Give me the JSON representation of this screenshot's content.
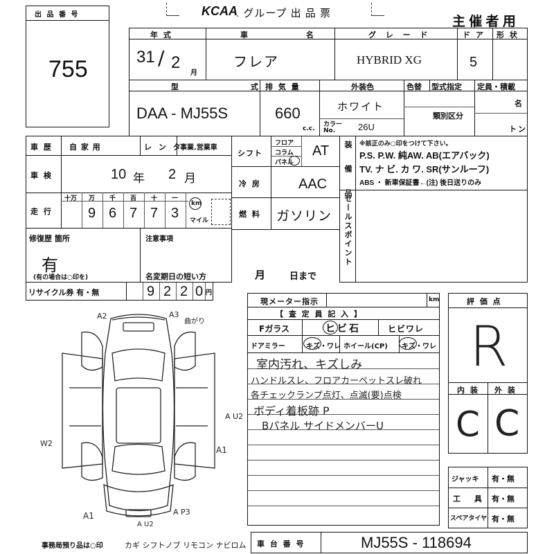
{
  "header": {
    "lot_label": "出 品 番 号",
    "lot_number": "755",
    "brand": "KCAA",
    "group_title": ". グループ 出 品 票",
    "organizer": "主 催 者 用"
  },
  "vehicle": {
    "year_label": "年 式",
    "year": "31",
    "month": "2",
    "month_unit": "月",
    "name_label": "車 名",
    "name": "フレア",
    "grade_label": "グ レ ー ド",
    "grade": "HYBRID XG",
    "doors_label": "ド ア",
    "doors": "5",
    "shape_label": "形 状",
    "model_label": "型 式",
    "model": "DAA - MJ55S",
    "displacement_label": "排 気 量",
    "displacement": "660",
    "cc_unit": "c.c.",
    "exterior_color_label": "外装色",
    "color_change_label": "色替",
    "exterior_color": "ホワイト",
    "color_no_label": "カラー No.",
    "color_no": "26U",
    "model_designation_label": "型式指定",
    "class_label": "類別区分",
    "capacity_label": "定員・積載",
    "capacity_unit": "名",
    "load_unit": "トン"
  },
  "history": {
    "label": "車 歴",
    "options": [
      "自 家 用",
      "レ ン タ",
      "事業.営業車"
    ],
    "inspection_label": "車 検",
    "inspection_year": "10",
    "year_unit": "年",
    "inspection_month": "2",
    "month_unit": "月",
    "mileage_label": "走 行",
    "digit_labels": [
      "十万",
      "万",
      "千",
      "百",
      "十",
      "一"
    ],
    "mileage_digits": [
      "",
      "9",
      "6",
      "7",
      "7",
      "3"
    ],
    "km_label": "km",
    "mile_label": "マイル",
    "repair_label": "修復歴 箇所",
    "repair_value": "有",
    "repair_note": "(有の場合は○印を)",
    "caution_label": "注意事項",
    "short_name_change_label": "名変期日の短い方",
    "month_label": "月",
    "day_label": "日まで",
    "recycle_label": "リサイクル券 有・無",
    "recycle_digits": [
      "9",
      "2",
      "2",
      "0"
    ],
    "yen_unit": "円"
  },
  "drivetrain": {
    "shift_label": "シフト",
    "shift_options": [
      "フロア",
      "コラム",
      "パネル"
    ],
    "shift_value": "AT",
    "ac_label": "冷 房",
    "ac_value": "AAC",
    "fuel_label": "燃 料",
    "fuel_value": "ガソリン"
  },
  "equipment": {
    "side_label": "装 備 品",
    "note": "※該正のみ○印をつけて下さい。",
    "line1": "P.S. P.W. 純AW. AB(エアバック)",
    "line2": "TV. ナ ビ. カ ワ. SR(サンルーフ)",
    "line3": "ABS ・ 新車保証書←(注) 後日送りのみ",
    "sales_point_label": "セールスポイント"
  },
  "inspection": {
    "meter_label": "現メーター指示",
    "km_unit": "km",
    "inspector_label": "【 査 定 員 記 入 】",
    "glass_label": "Fガラス",
    "glass_value": "ヒビ石",
    "glass_option": "ヒビワレ",
    "mirror_label": "ドアミラー",
    "mirror_value": "キズ・ワレ",
    "wheel_label": "ホイール(CP)",
    "wheel_value": "キズ・ワレ",
    "notes": [
      "室内汚れ、キズしみ",
      "ハンドルスレ、フロアカーペットスレ破れ",
      "各チェックランプ点灯、点滅(要)点検",
      "ボディ着板跡 P",
      "Bパネル サイドメンバーU"
    ]
  },
  "rating": {
    "label": "評 価 点",
    "score": "R",
    "interior_label": "内 装",
    "exterior_label": "外 装",
    "interior": "C",
    "exterior": "C"
  },
  "accessories": {
    "jack_label": "ジャッキ",
    "tools_label": "工 具",
    "spare_label": "スペアタイヤ",
    "yes_no": "有・無"
  },
  "diagram": {
    "marks": [
      "A2",
      "A3",
      "曲がり",
      "A U2",
      "A1",
      "W2",
      "A1",
      "A P3",
      "A U2"
    ]
  },
  "footer": {
    "office_items_label": "事務局預り品は○印",
    "items": "カギ シフトノブ リモコン ナビロム",
    "chassis_label": "車 台 番 号",
    "chassis_number": "MJ55S - 118694"
  }
}
